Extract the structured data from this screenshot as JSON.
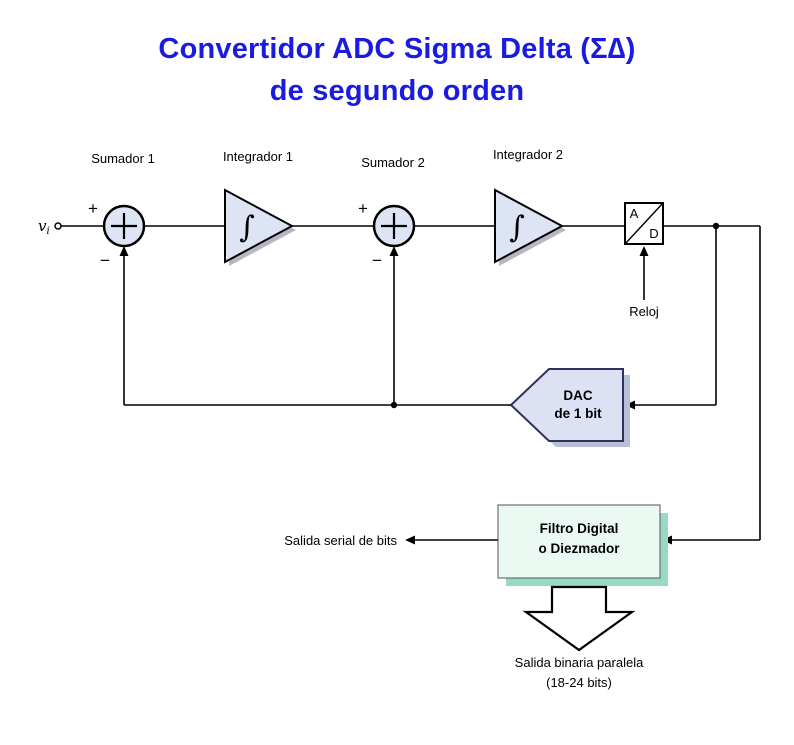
{
  "title": {
    "line1": "Convertidor ADC Sigma Delta (Σ∆)",
    "line2": "de segundo orden"
  },
  "input": {
    "v": "v",
    "sub": "i"
  },
  "signs": {
    "plus": "+",
    "minus": "−"
  },
  "blocks": {
    "sumador1": "Sumador 1",
    "integrador1": "Integrador 1",
    "sumador2": "Sumador 2",
    "integrador2": "Integrador 2",
    "integral": "∫",
    "adc": {
      "a": "A",
      "d": "D"
    },
    "reloj": "Reloj",
    "dac": {
      "line1": "DAC",
      "line2": "de 1 bit"
    },
    "filtro": {
      "line1": "Filtro Digital",
      "line2": "o Diezmador"
    }
  },
  "outputs": {
    "serial": "Salida serial de bits",
    "paralela_line1": "Salida binaria paralela",
    "paralela_line2": "(18-24 bits)"
  },
  "colors": {
    "title": "#1a1ae0",
    "block_fill": "#dde4f3",
    "block_shadow": "#b6b6c6",
    "dac_fill": "#dce1f4",
    "dac_shadow": "#b7bfd9",
    "dac_stroke": "#31315a",
    "filtro_fill": "#eafaf3",
    "filtro_shadow": "#97d9c1",
    "line": "#000000"
  }
}
